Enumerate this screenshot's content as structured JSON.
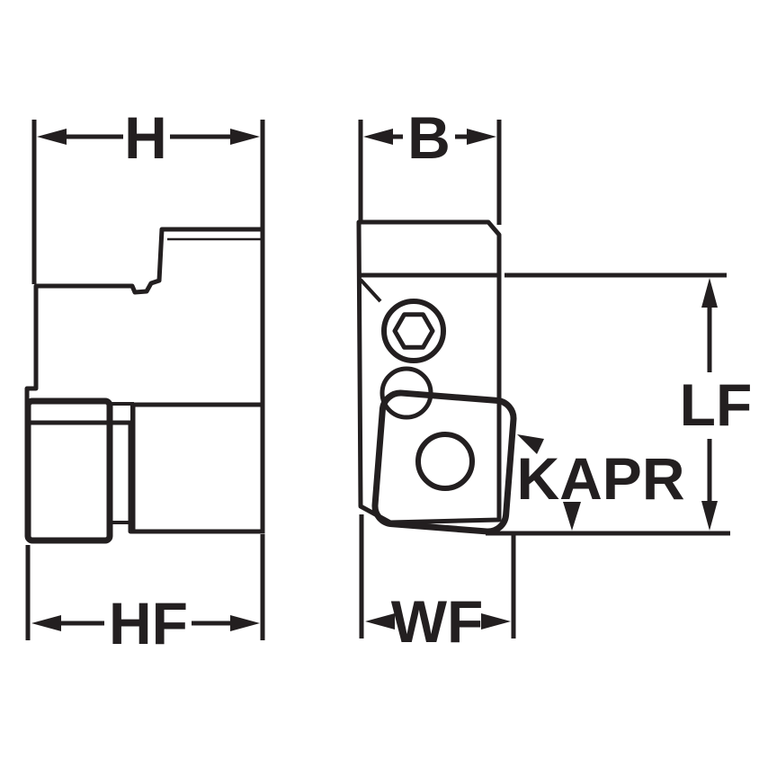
{
  "figure": {
    "type": "technical-drawing",
    "background": "#ffffff",
    "line_color": "#231f20",
    "body_fill": "#b2c5d2",
    "inset_fill": "#bfcfda",
    "insert_fill": "#fdc608",
    "hole_fill": "#b2c5d2"
  },
  "labels": {
    "h": "H",
    "b": "B",
    "hf": "HF",
    "wf": "WF",
    "lf": "LF",
    "kapr": "KAPR"
  },
  "views": {
    "left": {
      "dimensions_shown": [
        "H",
        "HF"
      ]
    },
    "right": {
      "dimensions_shown": [
        "B",
        "WF",
        "LF",
        "KAPR"
      ]
    }
  }
}
